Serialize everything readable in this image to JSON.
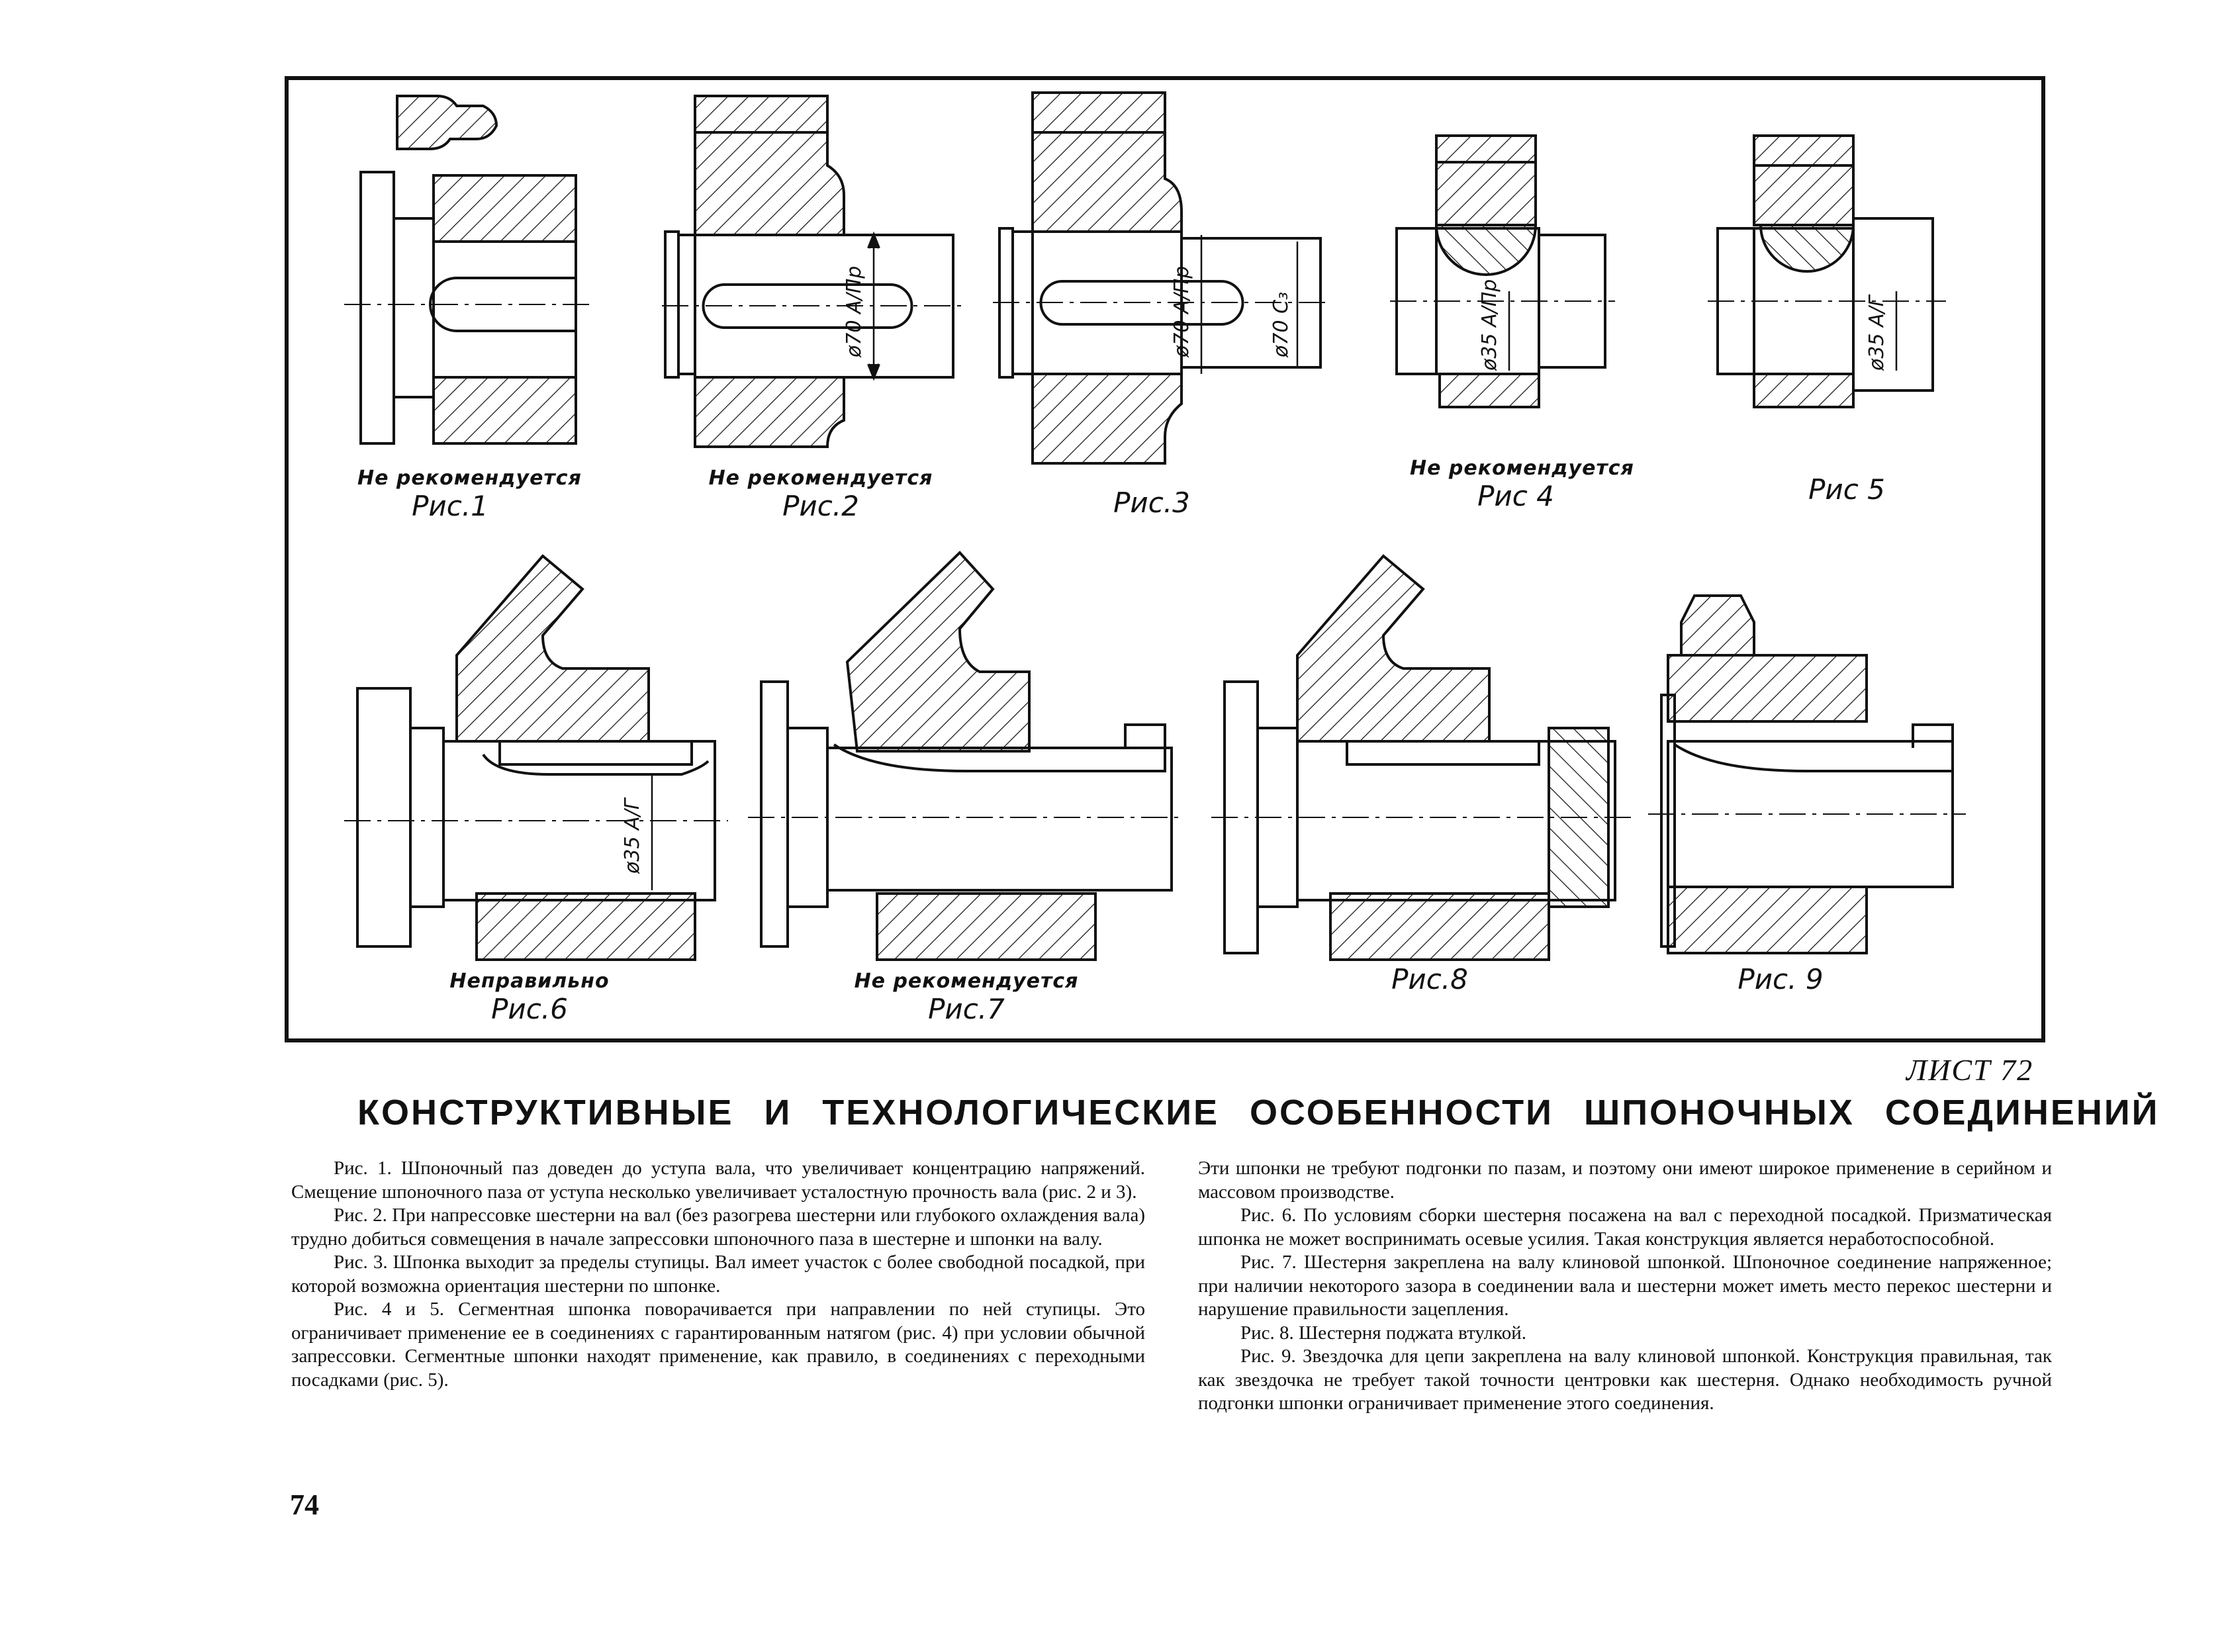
{
  "figures": [
    {
      "id": "fig1",
      "note": "Не рекомендуется",
      "caption": "Рис.1",
      "dims": []
    },
    {
      "id": "fig2",
      "note": "Не рекомендуется",
      "caption": "Рис.2",
      "dims": [
        "ø70 А/Пр"
      ]
    },
    {
      "id": "fig3",
      "note": "",
      "caption": "Рис.3",
      "dims": [
        "ø70 А/Пр",
        "ø70 С₃"
      ]
    },
    {
      "id": "fig4",
      "note": "Не рекомендуется",
      "caption": "Рис 4",
      "dims": [
        "ø35 А/Пр"
      ]
    },
    {
      "id": "fig5",
      "note": "",
      "caption": "Рис 5",
      "dims": [
        "ø35 А/Г"
      ]
    },
    {
      "id": "fig6",
      "note": "Неправильно",
      "caption": "Рис.6",
      "dims": [
        "ø35 А/Г"
      ]
    },
    {
      "id": "fig7",
      "note": "Не рекомендуется",
      "caption": "Рис.7",
      "dims": []
    },
    {
      "id": "fig8",
      "note": "",
      "caption": "Рис.8",
      "dims": []
    },
    {
      "id": "fig9",
      "note": "",
      "caption": "Рис. 9",
      "dims": []
    }
  ],
  "sheet_label": "ЛИСТ 72",
  "title": "КОНСТРУКТИВНЫЕ И ТЕХНОЛОГИЧЕСКИЕ ОСОБЕННОСТИ ШПОНОЧНЫХ СОЕДИНЕНИЙ",
  "left_column": [
    "Рис. 1. Шпоночный паз доведен до уступа вала, что увеличивает концентрацию напряжений. Смещение шпоночного паза от уступа несколько увеличивает усталостную прочность вала (рис. 2 и 3).",
    "Рис. 2. При напрессовке шестерни на вал (без разогрева шестерни или глубокого охлаждения вала) трудно добиться совмещения в начале запрессовки шпоночного паза в шестерне и шпонки на валу.",
    "Рис. 3. Шпонка выходит за пределы ступицы. Вал имеет участок с более свободной посадкой, при которой возможна ориентация шестерни по шпонке.",
    "Рис. 4 и 5. Сегментная шпонка поворачивается при направлении по ней ступицы. Это ограничивает применение ее в соединениях с гарантированным натягом (рис. 4) при условии обычной запрессовки. Сегментные шпонки находят применение, как правило, в соединениях с переходными посадками (рис. 5)."
  ],
  "right_column": [
    "Эти шпонки не требуют подгонки по пазам, и поэтому они имеют широкое применение в серийном и массовом производстве.",
    "Рис. 6. По условиям сборки шестерня посажена на вал с переходной посадкой. Призматическая шпонка не может воспринимать осевые усилия. Такая конструкция является неработоспособной.",
    "Рис. 7. Шестерня закреплена на валу клиновой шпонкой. Шпоночное соединение напряженное; при наличии некоторого зазора в соединении вала и шестерни может иметь место перекос шестерни и нарушение правильности зацепления.",
    "Рис. 8. Шестерня поджата втулкой.",
    "Рис. 9. Звездочка для цепи закреплена на валу клиновой шпонкой. Конструкция правильная, так как звездочка не требует такой точности центровки как шестерня. Однако необходимость ручной подгонки шпонки ограничивает применение этого соединения."
  ],
  "page_number": "74"
}
